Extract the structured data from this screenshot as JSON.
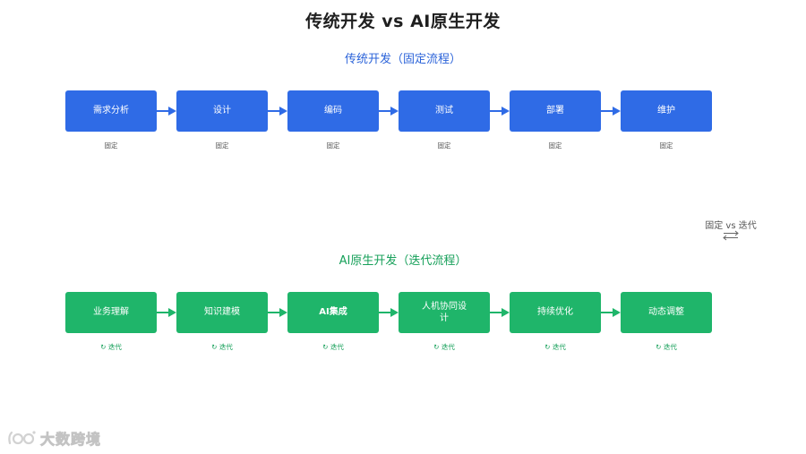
{
  "title": "传统开发 vs AI原生开发",
  "traditional": {
    "title": "传统开发（固定流程）",
    "steps": [
      "需求分析",
      "设计",
      "编码",
      "测试",
      "部署",
      "维护"
    ],
    "tag": "固定",
    "color": "#2f6be6"
  },
  "ai_native": {
    "title": "AI原生开发（迭代流程）",
    "steps": [
      "业务理解",
      "知识建模",
      "AI集成",
      "人机协同设计",
      "持续优化",
      "动态调整"
    ],
    "tag": "↻ 迭代",
    "color": "#1fb56a"
  },
  "comparison": {
    "label": "固定 vs 迭代",
    "icon": "swap-arrows-icon"
  },
  "watermark": {
    "text": "大数跨境",
    "icon": "brand-logo-icon"
  }
}
